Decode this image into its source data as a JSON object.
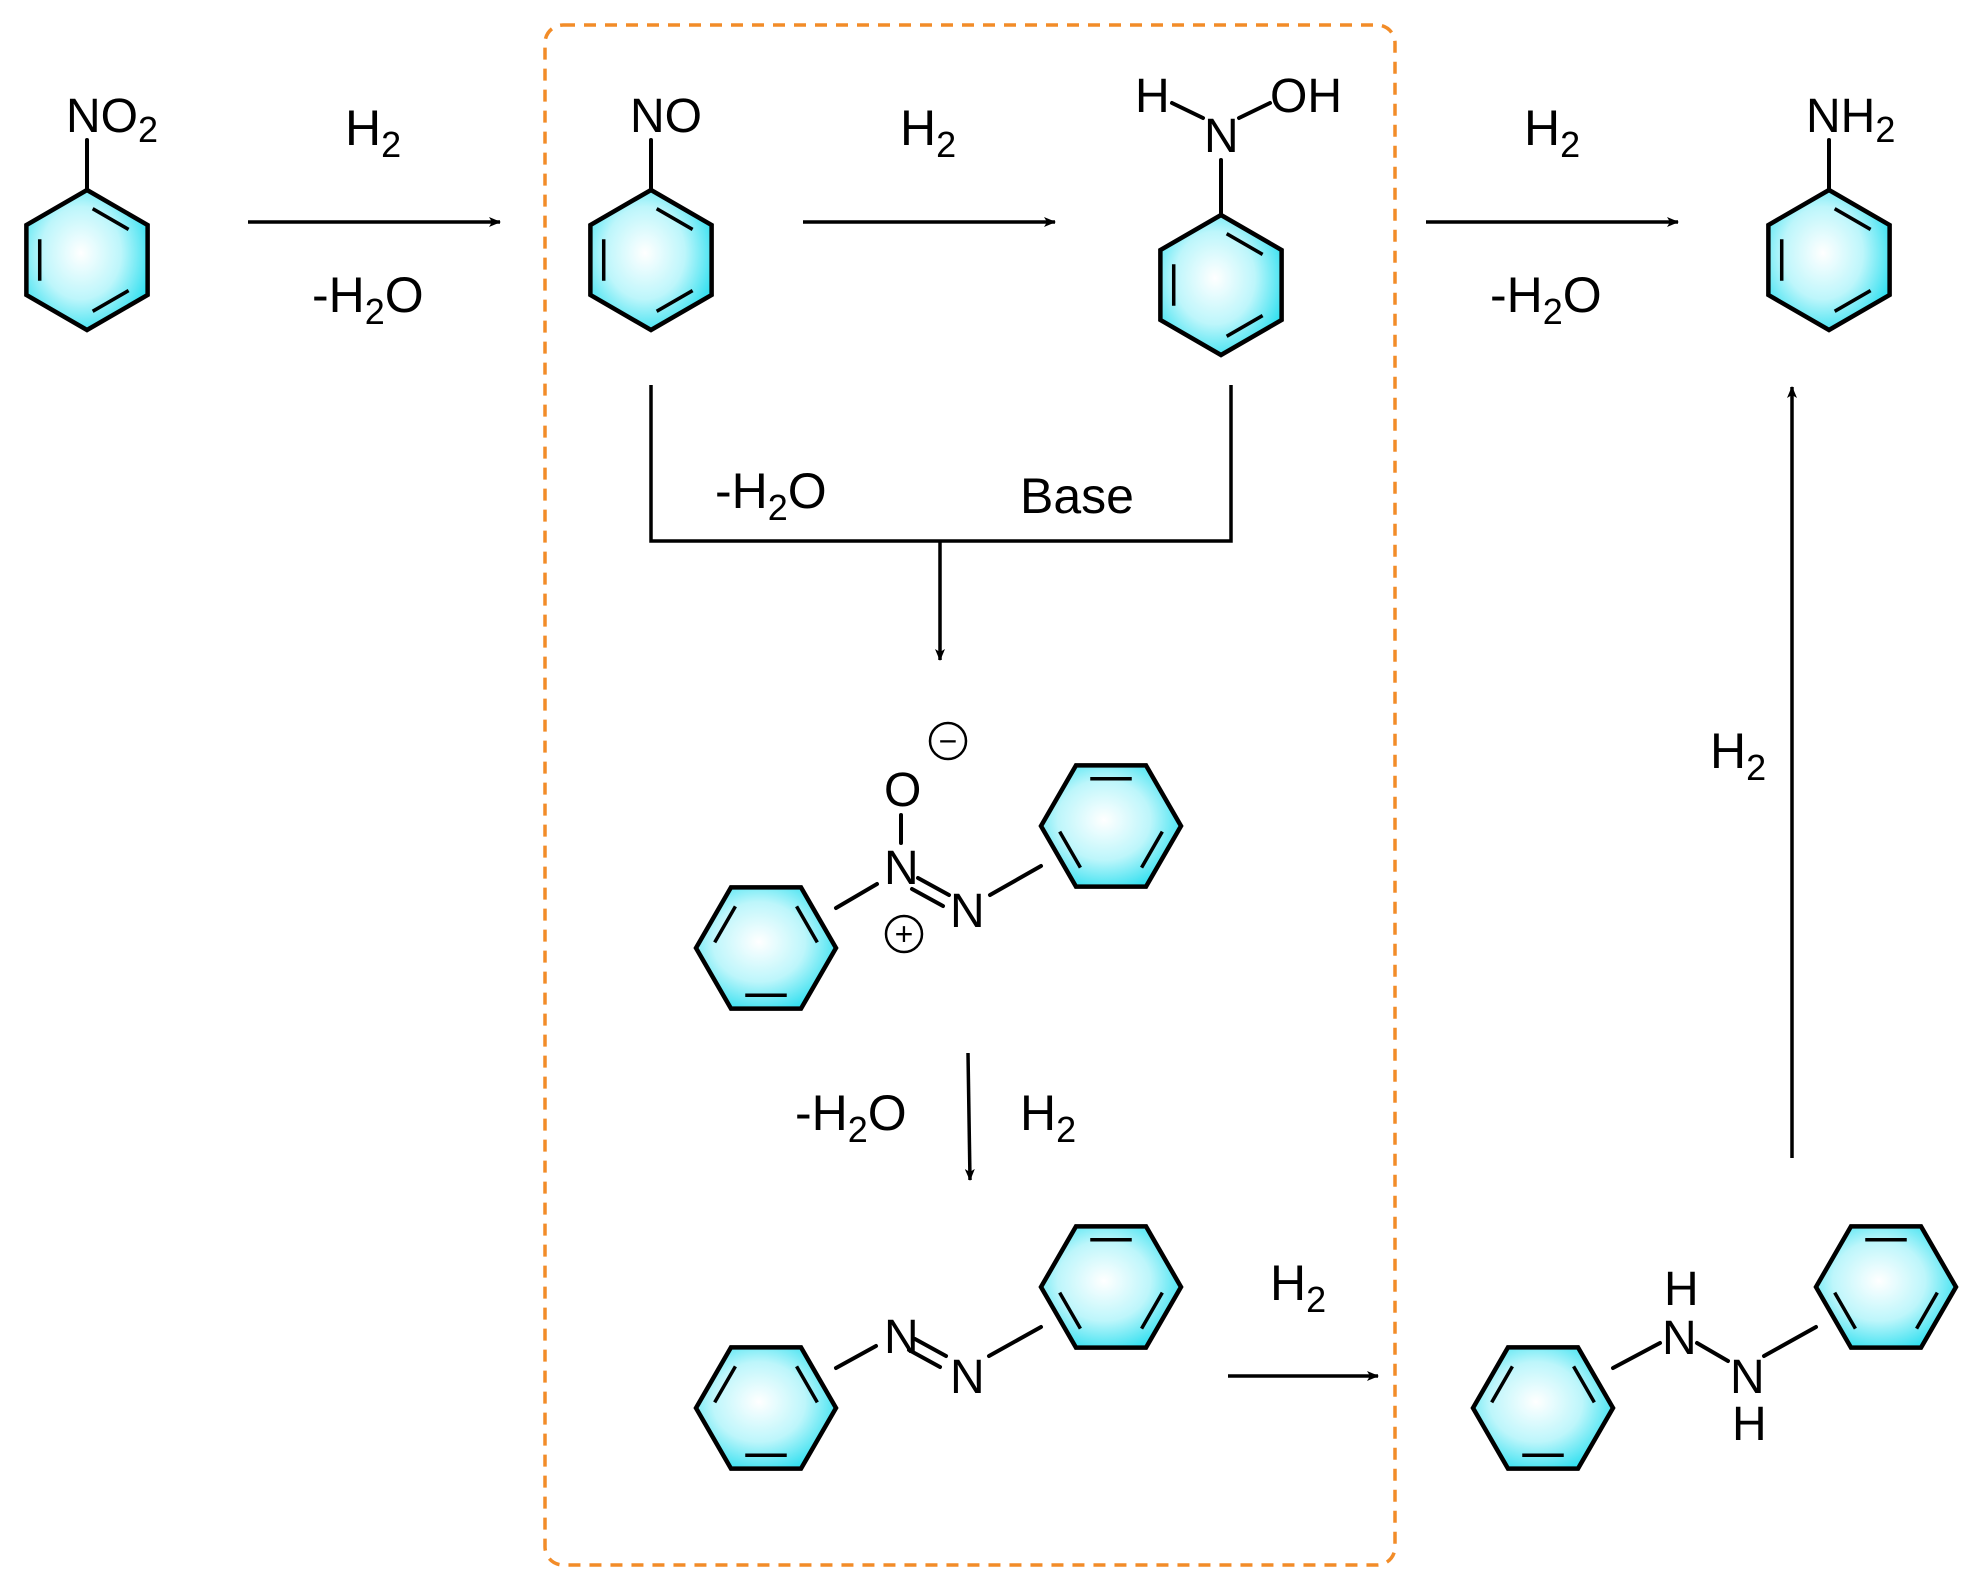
{
  "compounds": {
    "nitrobenzene": {
      "group": "NO",
      "group_sub": "2"
    },
    "nitrosobenzene": {
      "group": "NO"
    },
    "phenylhydroxylamine": {
      "h": "H",
      "n": "N",
      "oh": "OH"
    },
    "aniline": {
      "group": "NH",
      "group_sub": "2"
    },
    "azoxybenzene": {
      "o": "O",
      "n1": "N",
      "n2": "N",
      "minus": "−",
      "plus": "+"
    },
    "azobenzene": {
      "n1": "N",
      "n2": "N"
    },
    "hydrazobenzene": {
      "n1": "N",
      "h1": "H",
      "n2": "N",
      "h2": "H"
    }
  },
  "reagents": {
    "step1_top": {
      "main": "H",
      "sub": "2",
      "tail": ""
    },
    "step1_bottom": {
      "main": "-H",
      "sub": "2",
      "tail": "O"
    },
    "step2_top": {
      "main": "H",
      "sub": "2",
      "tail": ""
    },
    "step3_top": {
      "main": "H",
      "sub": "2",
      "tail": ""
    },
    "step3_bottom": {
      "main": "-H",
      "sub": "2",
      "tail": "O"
    },
    "condense_left": {
      "main": "-H",
      "sub": "2",
      "tail": "O"
    },
    "condense_right": {
      "main": "Base",
      "sub": "",
      "tail": ""
    },
    "azoxy_to_azo_left": {
      "main": "-H",
      "sub": "2",
      "tail": "O"
    },
    "azoxy_to_azo_right": {
      "main": "H",
      "sub": "2",
      "tail": ""
    },
    "azo_to_hydrazo": {
      "main": "H",
      "sub": "2",
      "tail": ""
    },
    "hydrazo_to_aniline": {
      "main": "H",
      "sub": "2",
      "tail": ""
    }
  },
  "colors": {
    "ring_fill": "#33E0F0",
    "ring_highlight": "#FFFFFF",
    "highlight_box": "#F28C28",
    "ink": "#000000"
  }
}
